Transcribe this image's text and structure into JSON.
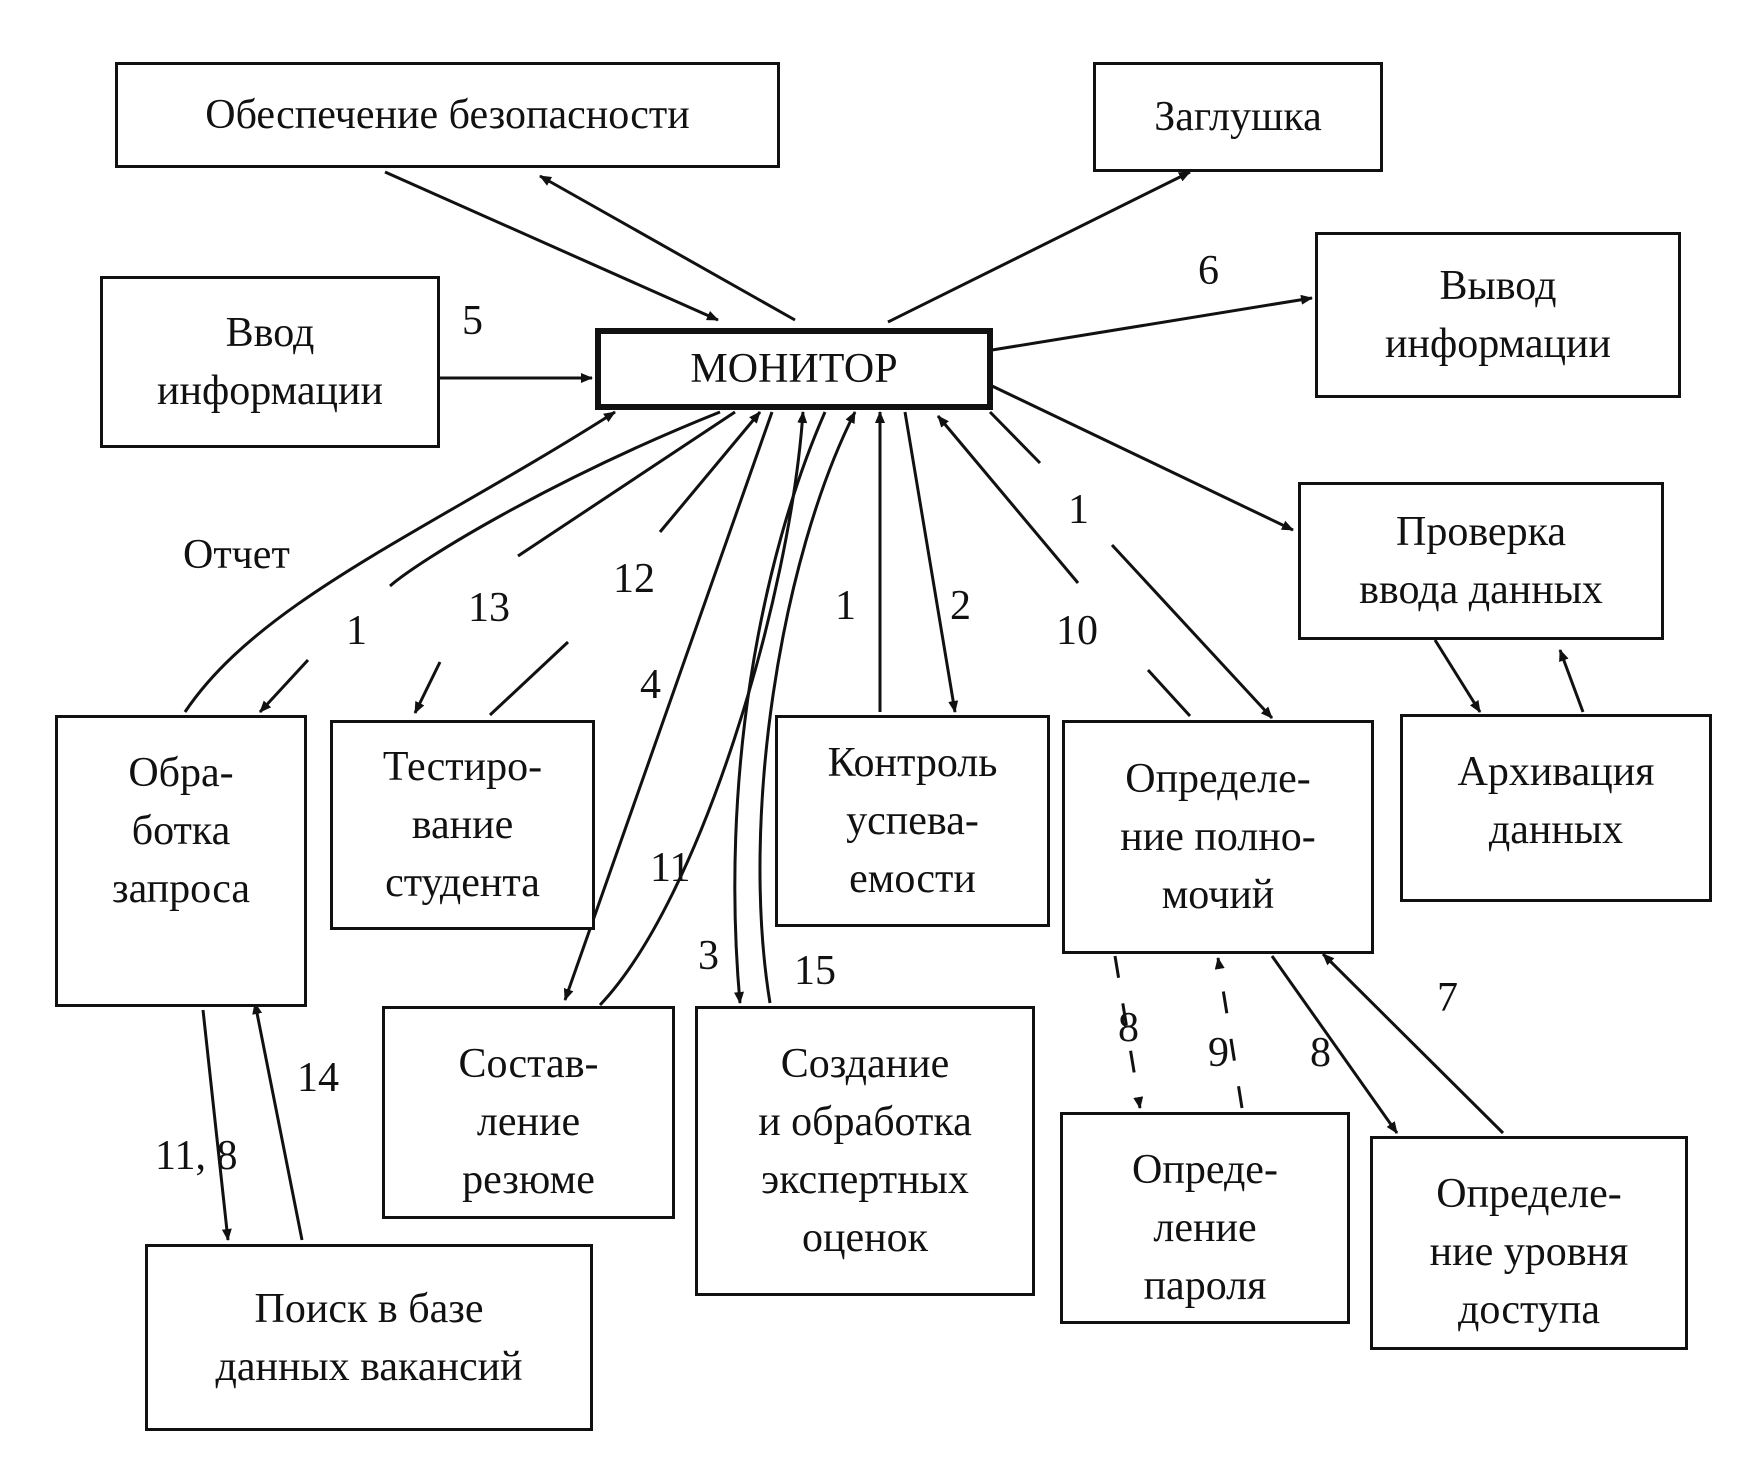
{
  "nodes": {
    "monitor": [
      "МОНИТОР"
    ],
    "security": [
      "Обеспечение безопасности"
    ],
    "stub": [
      "Заглушка"
    ],
    "input": [
      "Ввод",
      "информации"
    ],
    "output": [
      "Вывод",
      "информации"
    ],
    "input_check": [
      "Проверка",
      "ввода данных"
    ],
    "archive": [
      "Архивация",
      "данных"
    ],
    "request": [
      "Обра-",
      "ботка",
      "запроса"
    ],
    "testing": [
      "Тестиро-",
      "вание",
      "студента"
    ],
    "progress": [
      "Контроль",
      "успева-",
      "емости"
    ],
    "authority": [
      "Определе-",
      "ние полно-",
      "мочий"
    ],
    "resume": [
      "Состав-",
      "ление",
      "резюме"
    ],
    "expert": [
      "Создание",
      "и обработка",
      "экспертных",
      "оценок"
    ],
    "vacancy": [
      "Поиск в базе",
      "данных вакансий"
    ],
    "password": [
      "Опреде-",
      "ление",
      "пароля"
    ],
    "access": [
      "Определе-",
      "ние уровня",
      "доступа"
    ]
  },
  "labels": {
    "report": "Отчет",
    "n5": "5",
    "n6": "6",
    "n1_check": "1",
    "n1_request": "1",
    "n13": "13",
    "n12": "12",
    "n4": "4",
    "n11_resume": "11",
    "n1_progress": "1",
    "n2": "2",
    "n10": "10",
    "n3": "3",
    "n15": "15",
    "n14": "14",
    "n11_8": "11, 8",
    "n8_pass": "8",
    "n9": "9",
    "n8_access": "8",
    "n7": "7"
  }
}
